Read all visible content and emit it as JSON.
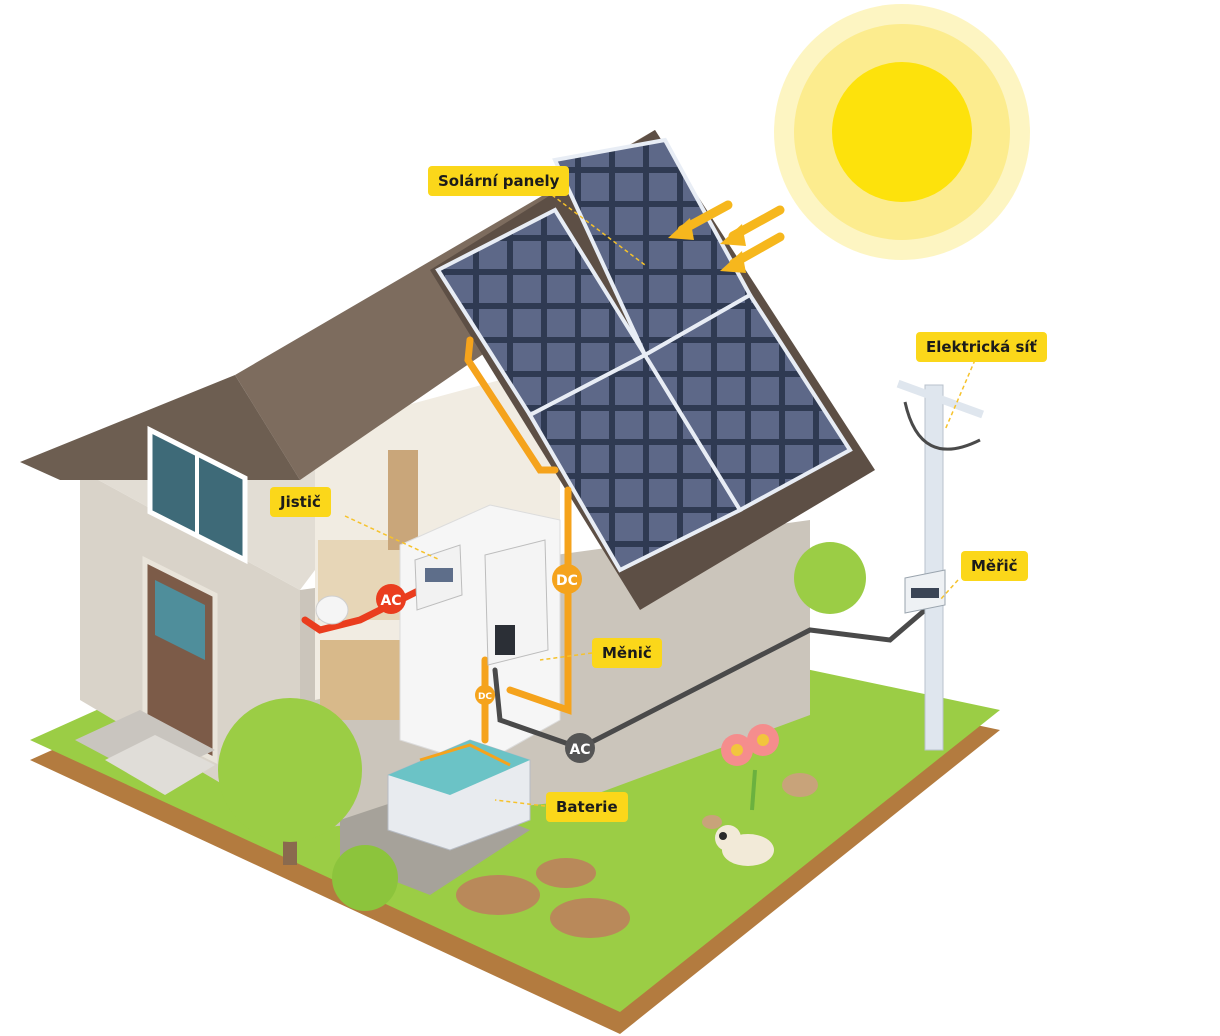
{
  "labels": {
    "solar_panels": "Solární panely",
    "grid": "Elektrická síť",
    "breaker": "Jistič",
    "meter": "Měřič",
    "inverter": "Měnič",
    "battery": "Baterie"
  },
  "badges": {
    "ac_red": "AC",
    "dc_orange": "DC",
    "dc_small": "DC",
    "ac_grey": "AC"
  },
  "colors": {
    "sun": "#fde20c",
    "sun_rays": "#fbec8f",
    "label_bg": "#fbd71a",
    "ac_line": "#ea3d1e",
    "dc_line": "#f5a31c",
    "grid_line": "#4a4a4a",
    "grass": "#9bcd45",
    "roof": "#7d6c5e",
    "panel": "#3c4660"
  }
}
